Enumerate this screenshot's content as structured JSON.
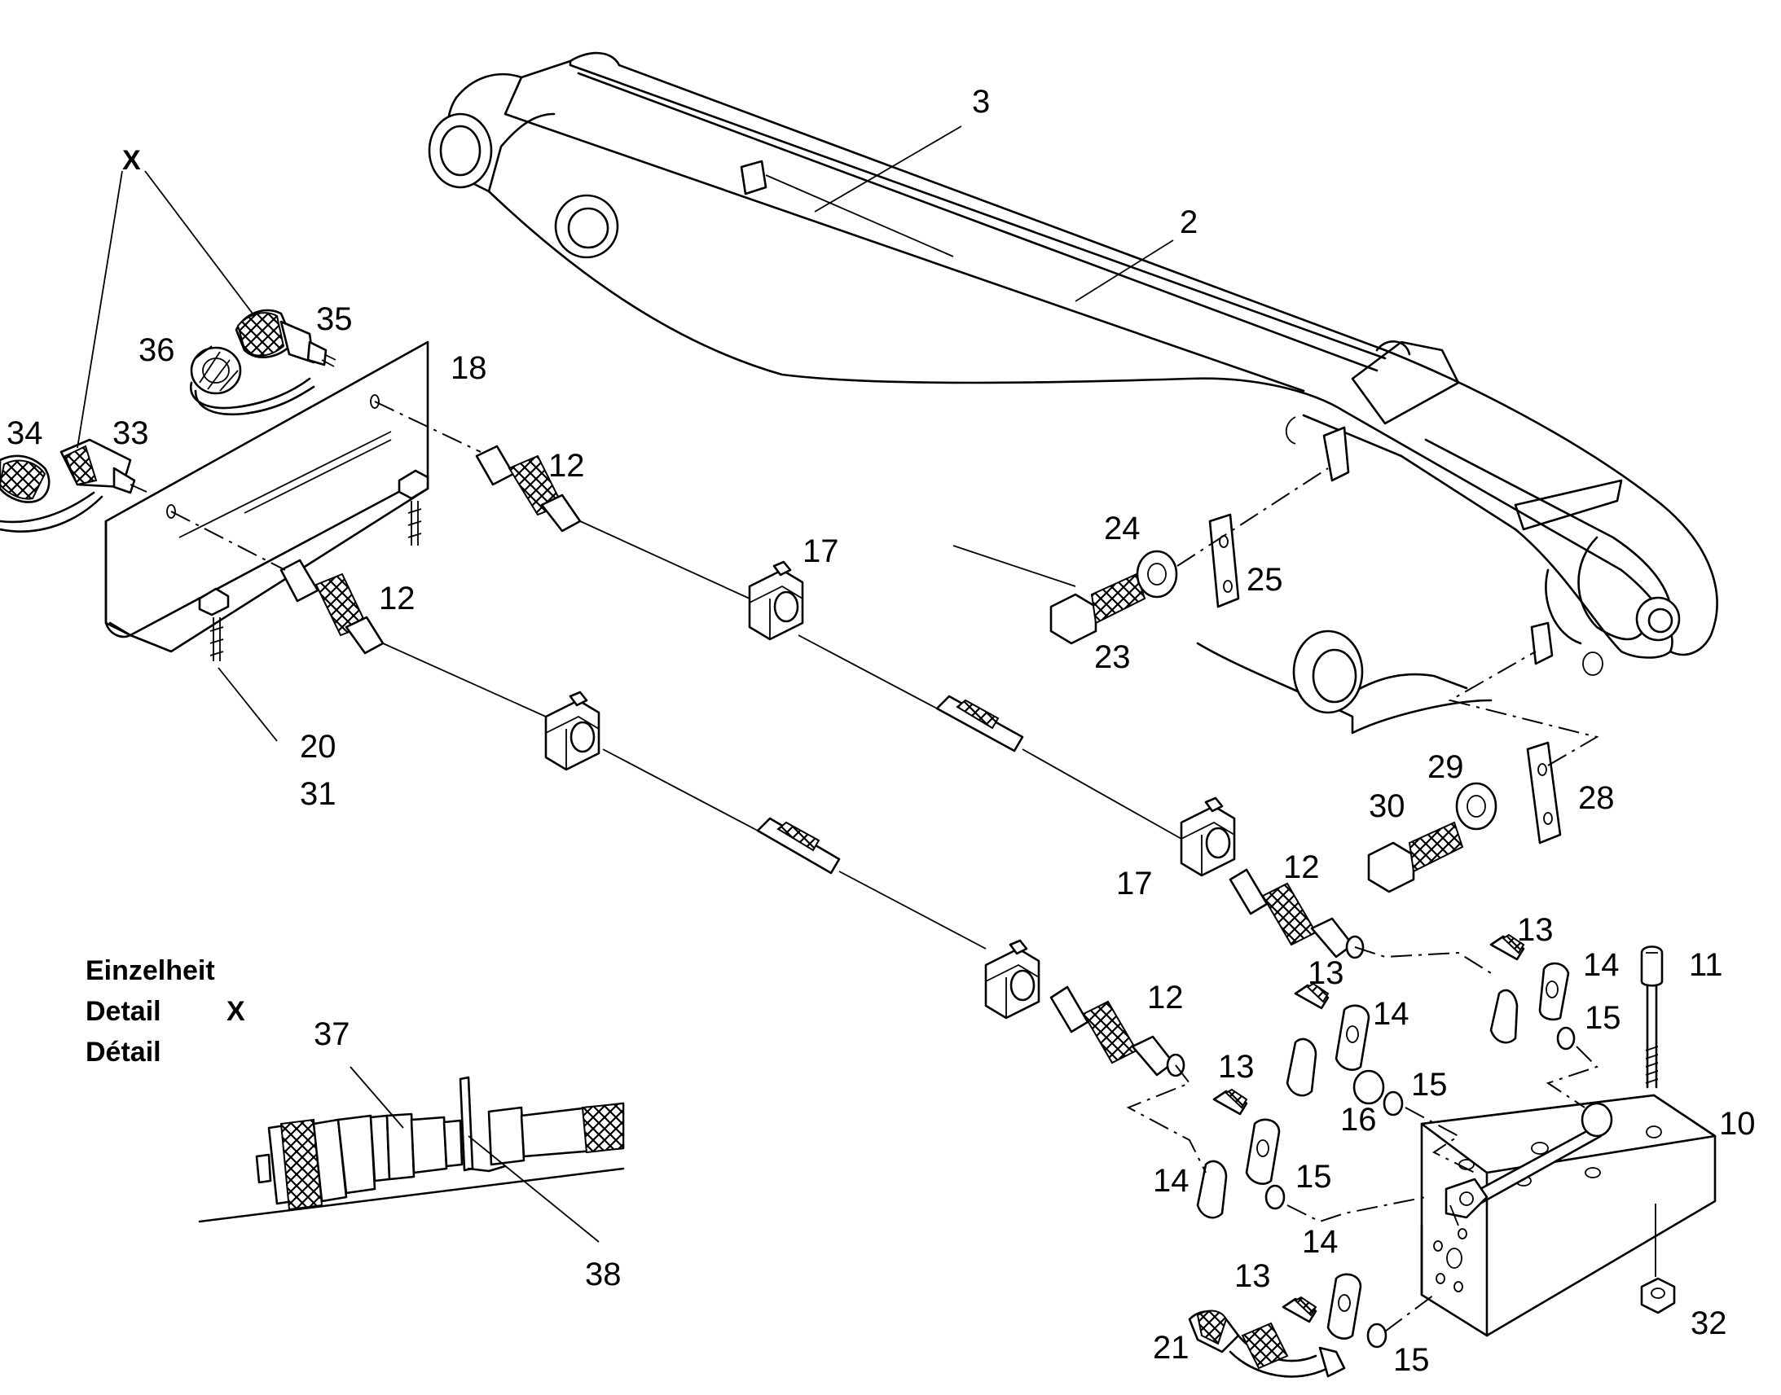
{
  "detail_caption": {
    "line1": "Einzelheit",
    "line2": "Detail",
    "line3": "Détail",
    "marker": "X"
  },
  "callouts": {
    "x_top": "X",
    "c2": "2",
    "c3": "3",
    "c10": "10",
    "c11": "11",
    "c12_a": "12",
    "c12_b": "12",
    "c12_c": "12",
    "c12_d": "12",
    "c13_a": "13",
    "c13_b": "13",
    "c13_c": "13",
    "c13_d": "13",
    "c14_a": "14",
    "c14_b": "14",
    "c14_c": "14",
    "c14_d": "14",
    "c15_a": "15",
    "c15_b": "15",
    "c15_c": "15",
    "c15_d": "15",
    "c16": "16",
    "c17_a": "17",
    "c17_b": "17",
    "c18": "18",
    "c20": "20",
    "c21": "21",
    "c23": "23",
    "c24": "24",
    "c25": "25",
    "c28": "28",
    "c29": "29",
    "c30": "30",
    "c31": "31",
    "c32": "32",
    "c33": "33",
    "c34": "34",
    "c35": "35",
    "c36": "36",
    "c37": "37",
    "c38": "38"
  }
}
